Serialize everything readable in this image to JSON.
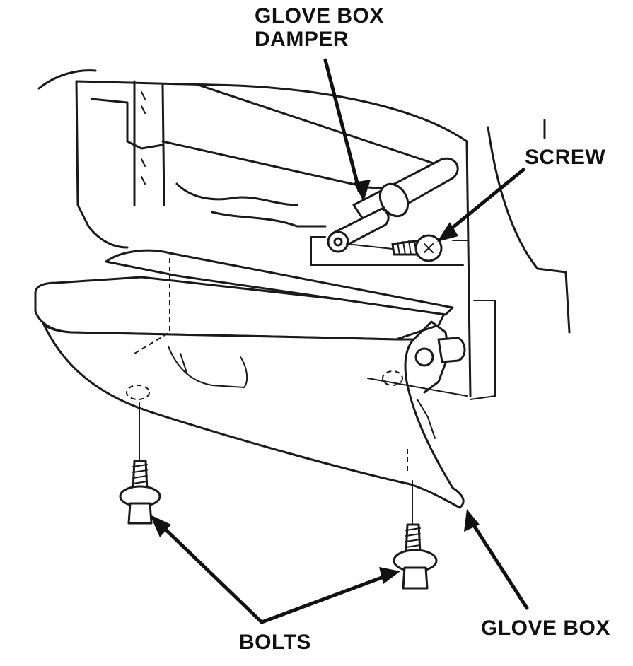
{
  "callouts": {
    "damper_line1": "GLOVE BOX",
    "damper_line2": "DAMPER",
    "screw": "SCREW",
    "bolts": "BOLTS",
    "glove_box": "GLOVE BOX"
  },
  "colors": {
    "ink": "#1a1a1a",
    "background": "#ffffff"
  }
}
